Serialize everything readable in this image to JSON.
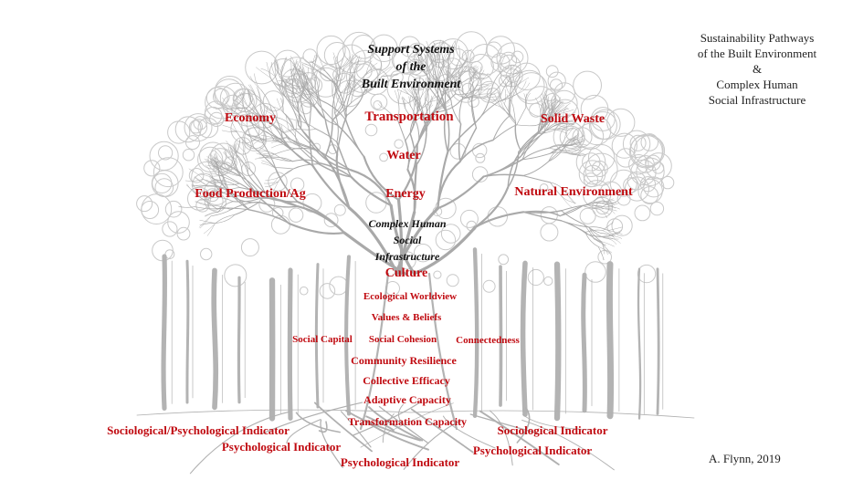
{
  "title_block": {
    "line1": "Sustainability Pathways",
    "line2": "of the Built Environment",
    "line3": "&",
    "line4": "Complex Human",
    "line5": "Social Infrastructure"
  },
  "credit": "A. Flynn, 2019",
  "crown": {
    "heading": {
      "line1": "Support Systems",
      "line2": "of the",
      "line3": "Built Environment"
    },
    "economy": "Economy",
    "transportation": "Transportation",
    "solid_waste": "Solid Waste",
    "water": "Water",
    "food": "Food Production/Ag",
    "energy": "Energy",
    "natural_env": "Natural Environment"
  },
  "trunk": {
    "heading": {
      "line1": "Complex Human",
      "line2": "Social",
      "line3": "Infrastructure"
    },
    "culture": "Culture",
    "eco_worldview": "Ecological Worldview",
    "values": "Values & Beliefs",
    "social_capital": "Social Capital",
    "social_cohesion": "Social Cohesion",
    "connectedness": "Connectedness",
    "community_resilience": "Community Resilience",
    "collective_efficacy": "Collective Efficacy",
    "adaptive_capacity": "Adaptive Capacity",
    "transformation_capacity": "Transformation Capacity"
  },
  "roots": {
    "soc_psych": "Sociological/Psychological Indicator",
    "psych_left": "Psychological Indicator",
    "psych_center": "Psychological Indicator",
    "soc_right": "Sociological Indicator",
    "psych_right": "Psychological Indicator"
  }
}
